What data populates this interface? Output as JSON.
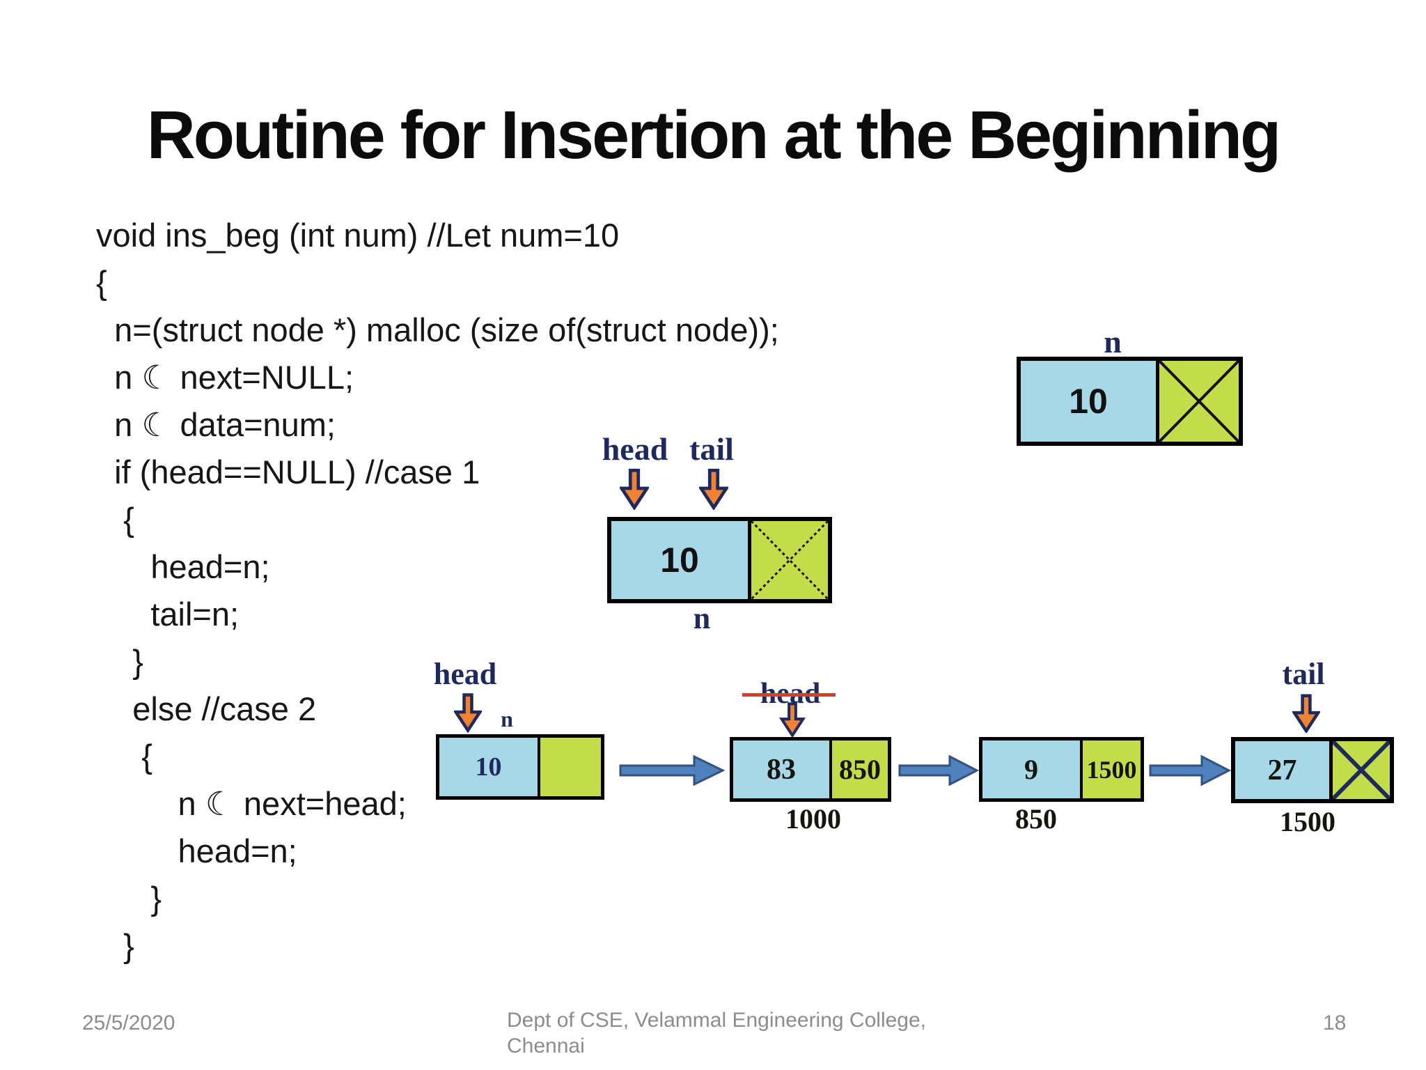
{
  "title": "Routine for Insertion at the Beginning",
  "code": {
    "lines": [
      "void ins_beg (int num) //Let num=10",
      "{",
      "  n=(struct node *) malloc (size of(struct node));",
      "  n ☾ next=NULL;",
      "  n ☾ data=num;",
      "  if (head==NULL) //case 1",
      "   {",
      "      head=n;",
      "      tail=n;",
      "    }",
      "    else //case 2",
      "     {",
      "         n ☾ next=head;",
      "         head=n;",
      "      }",
      "   }"
    ]
  },
  "diagram_new_node": {
    "label": "n",
    "data": "10"
  },
  "diagram_single": {
    "head_label": "head",
    "tail_label": "tail",
    "data": "10",
    "node_label": "n"
  },
  "diagram_list": {
    "head_label": "head",
    "new_node_label": "n",
    "old_head_label": "head",
    "tail_label": "tail",
    "nodes": [
      {
        "data": "10",
        "next": "",
        "addr": ""
      },
      {
        "data": "83",
        "next": "850",
        "addr": "1000"
      },
      {
        "data": "9",
        "next": "1500",
        "addr": "850"
      },
      {
        "data": "27",
        "next": "",
        "addr": "1500"
      }
    ]
  },
  "footer": {
    "date": "25/5/2020",
    "org_line1": "Dept of CSE, Velammal Engineering College,",
    "org_line2": "Chennai",
    "page": "18"
  },
  "colors": {
    "cell_blue": "#a7d8e8",
    "cell_green": "#c2dc4a",
    "label_navy": "#1e2a5e",
    "arrow_orange": "#f08233",
    "link_arrow_blue": "#4e81bd",
    "link_arrow_edge": "#33527e",
    "strike_red": "#e03a2e",
    "footer_gray": "#8c8c8c"
  }
}
